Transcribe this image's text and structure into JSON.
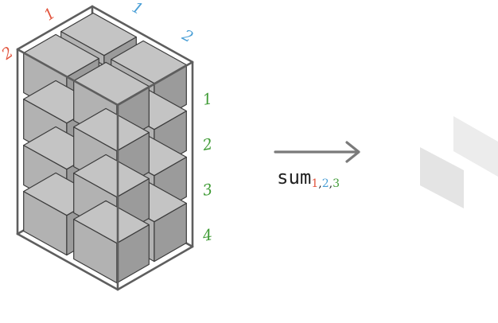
{
  "colors": {
    "axis1": "#e2553e",
    "axis2": "#4a9fd6",
    "axis3": "#3f9b35",
    "cube_top": "#c4c4c4",
    "cube_left": "#b2b2b2",
    "cube_right": "#9b9b9b",
    "edge": "#3b3b3b",
    "frame": "#5e5e5e",
    "arrow": "#7a7a7a",
    "result_faint": "#ececec"
  },
  "axis1_labels": [
    "2",
    "1"
  ],
  "axis2_labels": [
    "1",
    "2"
  ],
  "axis3_labels": [
    "1",
    "2",
    "3",
    "4"
  ],
  "operation": {
    "name": "sum",
    "subscripts": [
      {
        "text": "1",
        "axis": "axis1"
      },
      {
        "text": ",",
        "axis": "sep"
      },
      {
        "text": "2",
        "axis": "axis2"
      },
      {
        "text": ",",
        "axis": "sep"
      },
      {
        "text": "3",
        "axis": "axis3"
      }
    ]
  },
  "shape": [
    2,
    2,
    4
  ]
}
